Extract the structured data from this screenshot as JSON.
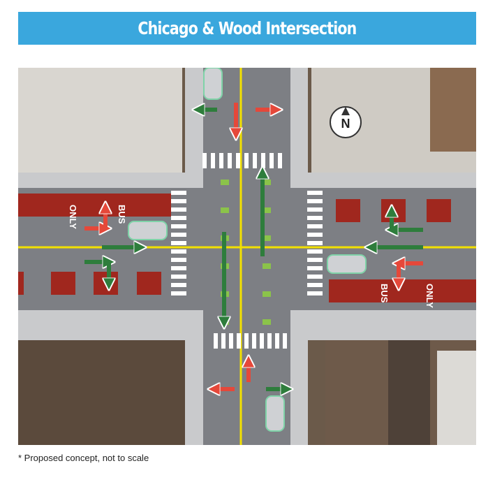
{
  "header": {
    "title": "Chicago & Wood Intersection"
  },
  "map": {
    "compass_label": "N",
    "lane_markings": {
      "bus": "BUS",
      "only": "ONLY"
    },
    "colors": {
      "bus_lane": "#a0271e",
      "asphalt": "#7d7f84",
      "sidewalk": "#c9cacc",
      "through_arrow": "#2e7d3c",
      "turn_arrow": "#e5483a",
      "centerline": "#f2e000"
    }
  },
  "footnote": "* Proposed concept, not to scale"
}
